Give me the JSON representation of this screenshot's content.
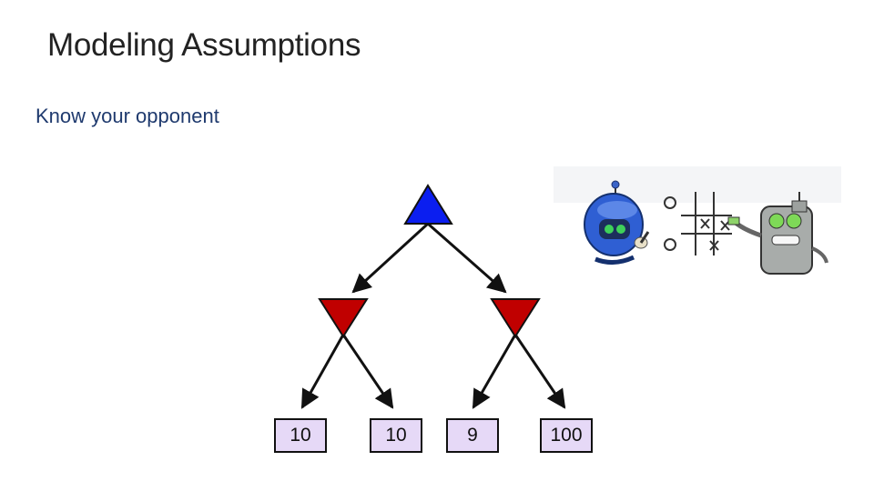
{
  "slide": {
    "title": "Modeling Assumptions",
    "subtitle": "Know your opponent"
  },
  "tree": {
    "root": {
      "kind": "max",
      "color": "#0b1ef0"
    },
    "min_nodes": [
      {
        "kind": "min",
        "color": "#c00000"
      },
      {
        "kind": "min",
        "color": "#c00000"
      }
    ],
    "leaves": [
      "10",
      "10",
      "9",
      "100"
    ]
  },
  "illustration": {
    "description_icons": [
      "blue-robot-icon",
      "tic-tac-toe-board-icon",
      "gray-robot-icon"
    ]
  }
}
